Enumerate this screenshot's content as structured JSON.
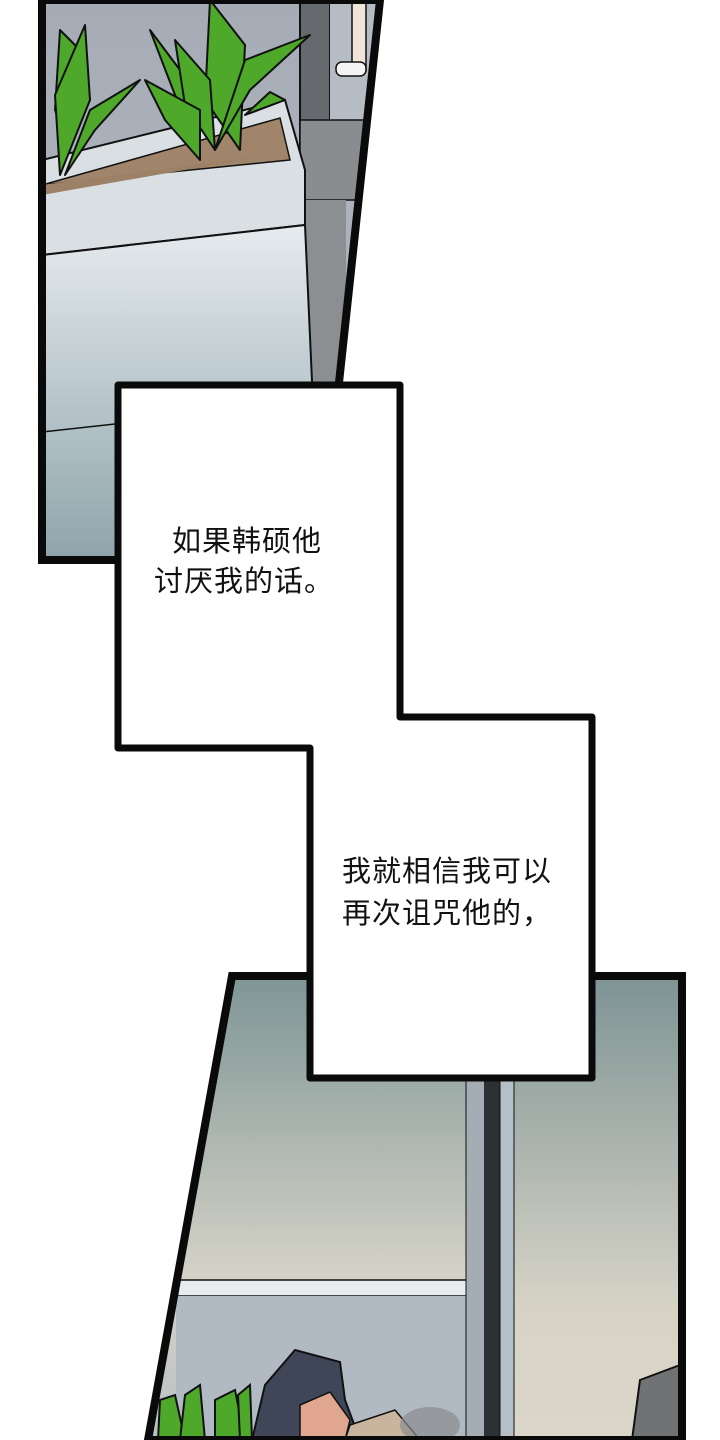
{
  "page": {
    "type": "webcomic-page",
    "background": "#ffffff",
    "border_color": "#0a0a0a"
  },
  "panels": [
    {
      "id": "panel-1",
      "scene": "indoor planter with green plants by a window",
      "colors": {
        "window_sky": "#a9afb8",
        "planter": "#dfe6ea",
        "planter_shadow": "#8fa6ad",
        "plant": "#4ea82a",
        "soil": "#9c8166",
        "frame": "#6b6e72"
      }
    },
    {
      "id": "panel-2",
      "scene": "office window with a dark-haired man leaning forward beside plants",
      "colors": {
        "sky_top": "#7f9596",
        "sky_mid": "#c9cbc0",
        "glass_lower": "#aeb8bf",
        "mullion": "#3a3c3e",
        "hair": "#3e4657",
        "skin": "#e1a690",
        "coat": "#c9b49d",
        "plant": "#4ea82a"
      }
    }
  ],
  "caption": {
    "box_color": "#ffffff",
    "line_1": [
      "如果韩硕他",
      "讨厌我的话。"
    ],
    "line_2": [
      "我就相信我可以",
      "再次诅咒他的，"
    ]
  }
}
